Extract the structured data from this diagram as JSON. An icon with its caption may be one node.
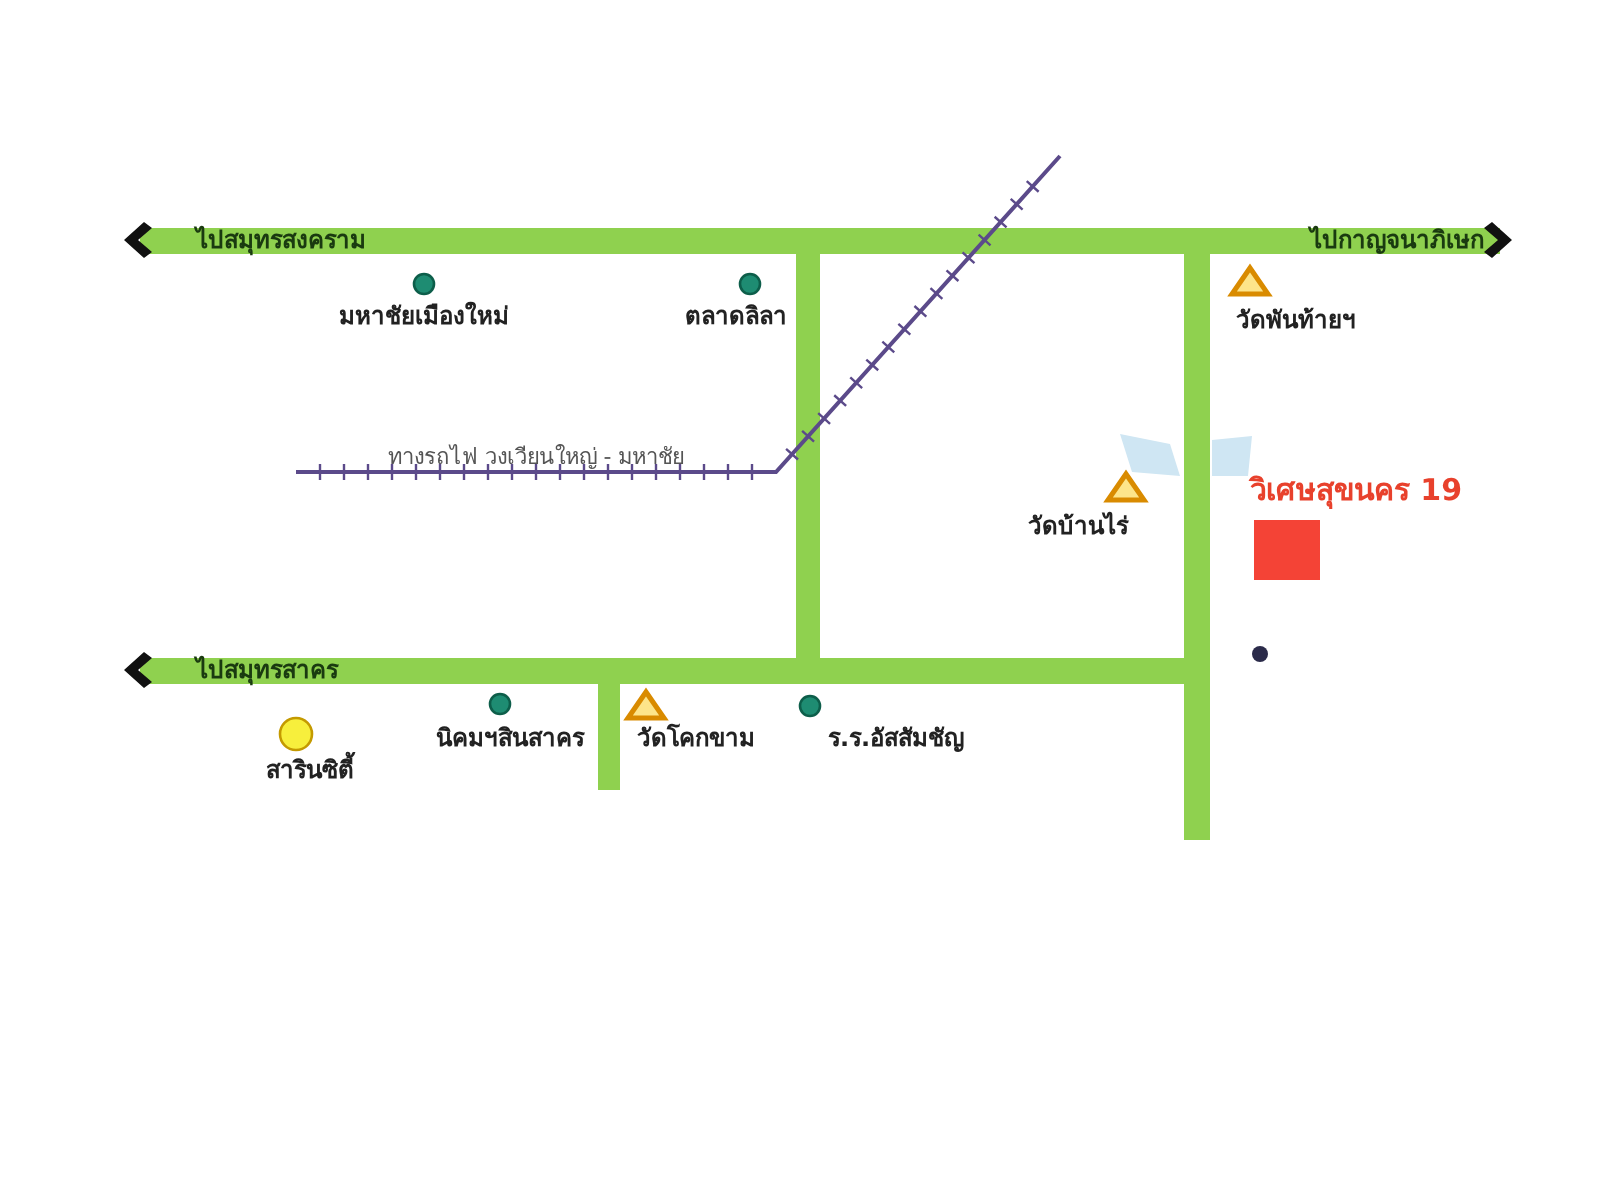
{
  "diagram": {
    "labels": [
      "ไปสมุทรสงคราม",
      "ไปกาญจนาภิเษก",
      "มหาชัยเมืองใหม่",
      "ตลาดลิลา",
      "วัดพันท้ายฯ",
      "ทางรถไฟ วงเวียนใหญ่ - มหาชัย",
      "วัดบ้านไร่",
      "วิเศษสุขนคร 19",
      "ไปสมุทรสาคร",
      "นิคมฯสินสาคร",
      "วัดโคกขาม",
      "ร.ร.อัสสัมชัญ",
      "สารินซิตี้"
    ]
  }
}
